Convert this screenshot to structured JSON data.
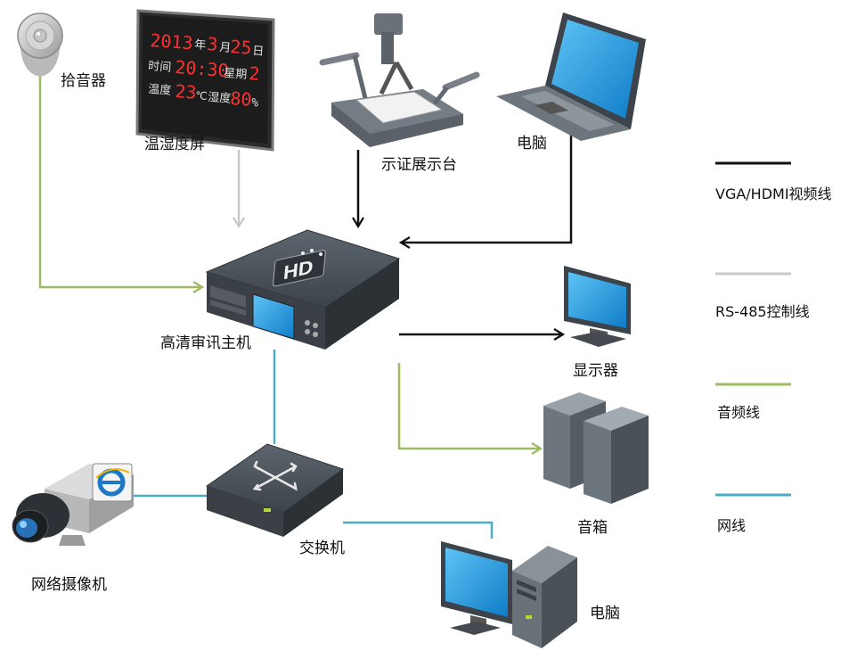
{
  "devices": {
    "microphone": "拾音器",
    "temp_humidity_screen": "温湿度屏",
    "document_camera": "示证展示台",
    "laptop": "电脑",
    "hd_recorder": "高清审讯主机",
    "monitor": "显示器",
    "speakers": "音箱",
    "switch": "交换机",
    "network_camera": "网络摄像机",
    "desktop_pc": "电脑"
  },
  "led_display": {
    "row1_year": "2013",
    "row1_year_unit": "年",
    "row1_month": "3",
    "row1_month_unit": "月",
    "row1_day": "25",
    "row1_day_unit": "日",
    "row2_label": "时间",
    "row2_time": "20:30",
    "row2_week_label": "星期",
    "row2_week": "2",
    "row3_temp_label": "温度",
    "row3_temp": "23",
    "row3_temp_unit": "℃",
    "row3_hum_label": "湿度",
    "row3_hum": "80",
    "row3_hum_unit": "%"
  },
  "recorder_badge": "HD",
  "legend": [
    {
      "label": "VGA/HDMI视频线",
      "color": "#111111"
    },
    {
      "label": "RS-485控制线",
      "color": "#c8c8c8"
    },
    {
      "label": "音频线",
      "color": "#9dbb61"
    },
    {
      "label": "网线",
      "color": "#4bacc6"
    }
  ],
  "colors": {
    "video": "#111111",
    "control": "#c8c8c8",
    "audio": "#9dbb61",
    "network": "#4bacc6",
    "led_red": "#ff3030",
    "screen_blue": "#1a8fd8"
  }
}
